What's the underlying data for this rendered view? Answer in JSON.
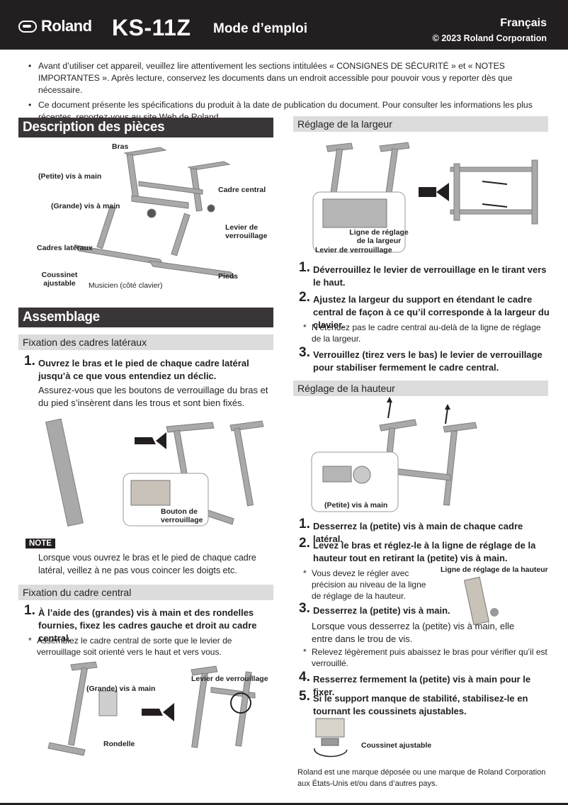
{
  "header": {
    "brand": "Roland",
    "model": "KS-11Z",
    "doc_type": "Mode d’emploi",
    "language": "Français",
    "copyright": "© 2023 Roland Corporation"
  },
  "intro": [
    "Avant d’utiliser cet appareil, veuillez lire attentivement les sections intitulées « CONSIGNES DE SÉCURITÉ » et « NOTES IMPORTANTES ». Après lecture, conservez les documents dans un endroit accessible pour pouvoir vous y reporter dès que nécessaire.",
    "Ce document présente les spécifications du produit à la date de publication du document. Pour consulter les informations les plus récentes, reportez-vous au site Web de Roland."
  ],
  "parts": {
    "title": "Description des pièces",
    "labels": {
      "arms": "Bras",
      "small_knob": "(Petite) vis à main",
      "center_frame": "Cadre central",
      "large_knob": "(Grande) vis à main",
      "lock_lever": "Levier de verrouillage",
      "side_frames": "Cadres latéraux",
      "adjuster": "Coussinet ajustable",
      "feet": "Pieds",
      "musician": "Musicien (côté clavier)"
    }
  },
  "assembly": {
    "title": "Assemblage",
    "side_frames": {
      "title": "Fixation des cadres latéraux",
      "step1_num": "1.",
      "step1": "Ouvrez le bras et le pied de chaque cadre latéral jusqu’à ce que vous entendiez un déclic.",
      "step1_para": "Assurez-vous que les boutons de verrouillage du bras et du pied s’insèrent dans les trous et sont bien fixés.",
      "fig_label": "Bouton de verrouillage",
      "note_badge": "NOTE",
      "note": "Lorsque vous ouvrez le bras et le pied de chaque cadre latéral, veillez à ne pas vous coincer les doigts etc."
    },
    "center_frame": {
      "title": "Fixation du cadre central",
      "step1_num": "1.",
      "step1": "À l’aide des (grandes) vis à main et des rondelles fournies, fixez les cadres gauche et droit au cadre central.",
      "note": "Assemblez le cadre central de sorte que le levier de verrouillage soit orienté vers le haut et vers vous.",
      "fig_large_knob": "(Grande) vis à main",
      "fig_washer": "Rondelle",
      "fig_lever": "Levier de verrouillage"
    }
  },
  "width": {
    "title": "Réglage de la largeur",
    "fig_line": "Ligne de réglage de la largeur",
    "fig_lever": "Levier de verrouillage",
    "steps": [
      {
        "num": "1.",
        "text": "Déverrouillez le levier de verrouillage en le tirant vers le haut."
      },
      {
        "num": "2.",
        "text": "Ajustez la largeur du support en étendant le cadre central de façon à ce qu’il corresponde à la largeur du clavier."
      },
      {
        "num": "3.",
        "text": "Verrouillez (tirez vers le bas) le levier de verrouillage pour stabiliser fermement le cadre central."
      }
    ],
    "note": "N’étendez pas le cadre central au-delà de la ligne de réglage de la largeur."
  },
  "height": {
    "title": "Réglage de la hauteur",
    "fig_knob": "(Petite) vis à main",
    "fig_line": "Ligne de réglage de la hauteur",
    "fig_adjuster": "Coussinet ajustable",
    "steps": [
      {
        "num": "1.",
        "text": "Desserrez la (petite) vis à main de chaque cadre latéral."
      },
      {
        "num": "2.",
        "text": "Levez le bras et réglez-le à la ligne de réglage de la hauteur tout en retirant la (petite) vis à main."
      },
      {
        "num": "3.",
        "text": "Desserrez la (petite) vis à main."
      },
      {
        "num": "4.",
        "text": "Resserrez fermement la (petite) vis à main pour le fixer."
      },
      {
        "num": "5.",
        "text": "Si le support manque de stabilité, stabilisez-le en tournant les coussinets ajustables."
      }
    ],
    "note2": "Vous devez le régler avec précision au niveau de la ligne de réglage de la hauteur.",
    "para3": "Lorsque vous desserrez la (petite) vis à main, elle entre dans le trou de vis.",
    "note3": "Relevez légèrement puis abaissez le bras pour vérifier qu’il est verrouillé."
  },
  "footer": "Roland est une marque déposée ou une marque de Roland Corporation aux États-Unis et/ou dans d’autres pays.",
  "colors": {
    "header_bg": "#231f20",
    "section_bg": "#3a3536",
    "subsection_bg": "#dcdcdc",
    "figure_bg": "#ffffff",
    "stand": "#8a8a8a"
  }
}
